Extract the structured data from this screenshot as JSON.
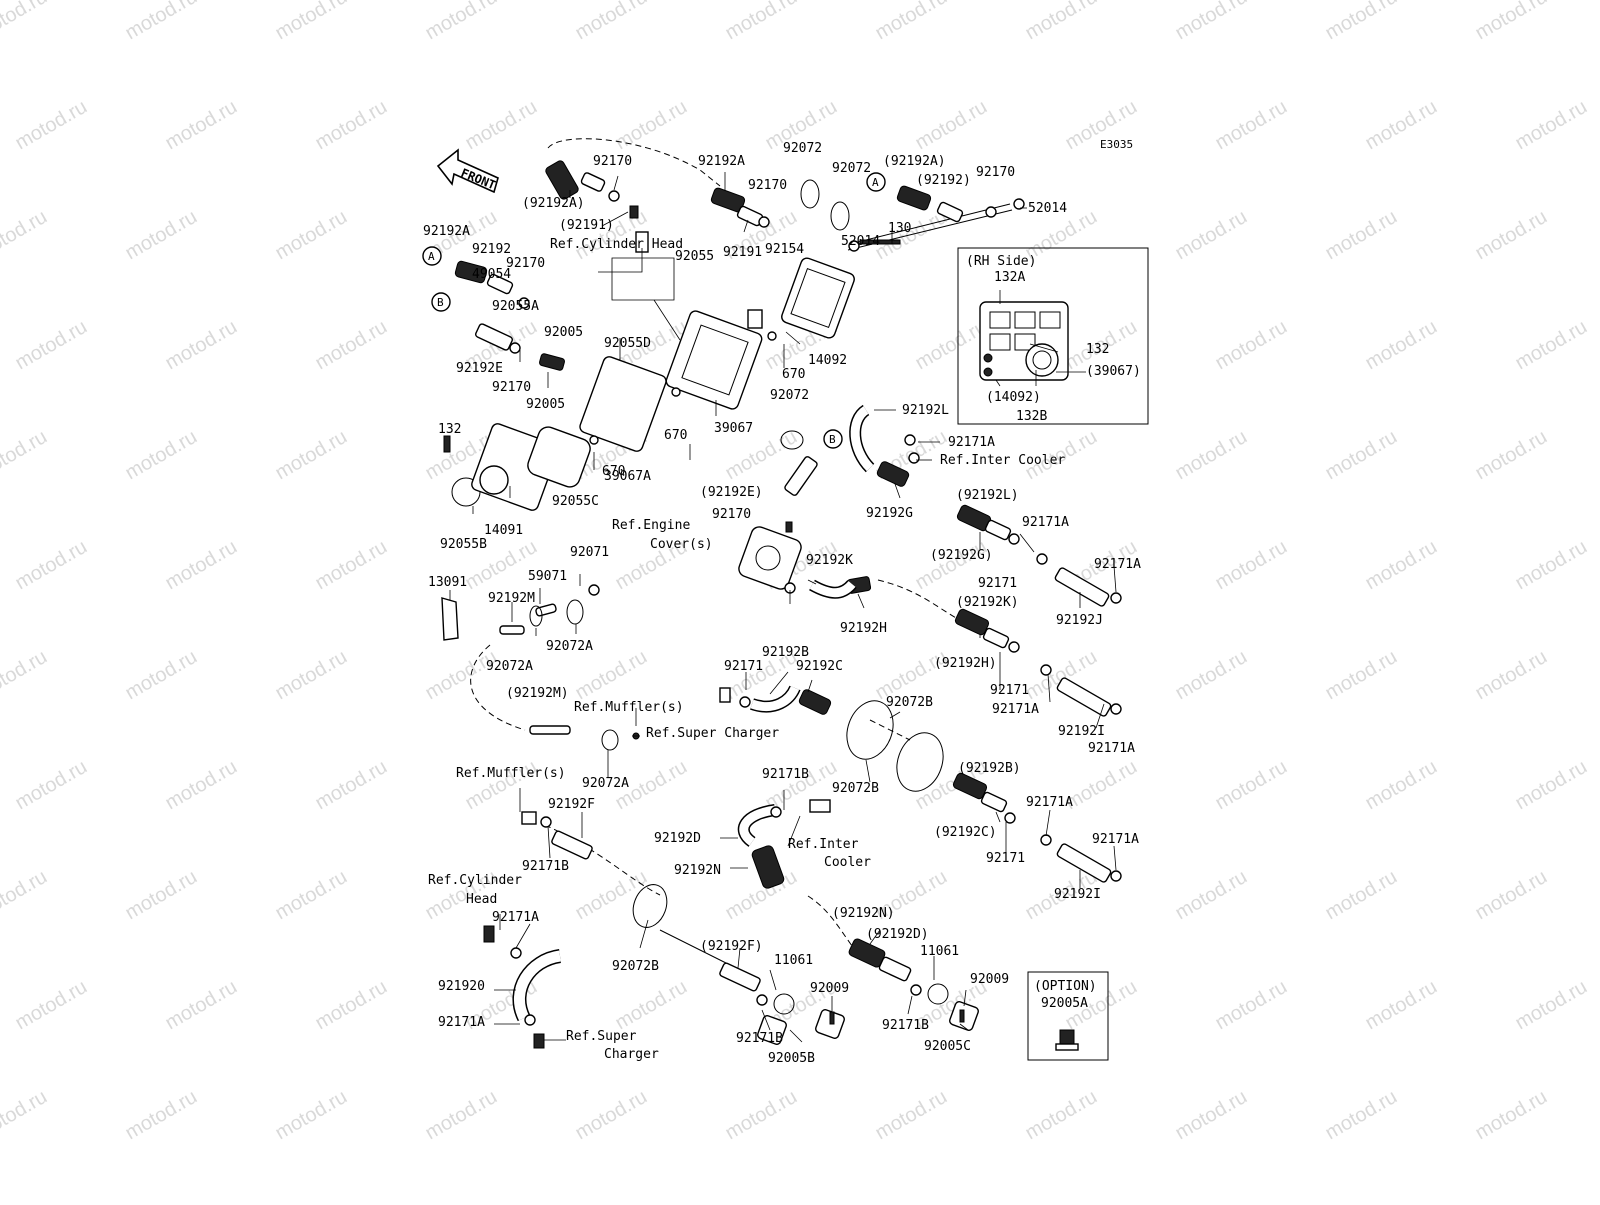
{
  "diagram": {
    "code": "E3035",
    "watermark": "motod.ru",
    "front_label": "FRONT",
    "inset_title": "(RH Side)",
    "option_title": "(OPTION)",
    "option_part": "92005A",
    "callouts": [
      "A",
      "A",
      "B",
      "B"
    ],
    "labels": [
      "92170",
      "92192A",
      "92072",
      "(92192A)",
      "(92192A)",
      "92072",
      "92170",
      "(92192)",
      "92170",
      "52014",
      "(92191)",
      "Ref.Cylinder Head",
      "92191",
      "52014",
      "130",
      "92192A",
      "92192",
      "92170",
      "49054",
      "92055",
      "92154",
      "92055A",
      "132A",
      "92005",
      "92055D",
      "132",
      "(39067)",
      "92192E",
      "670",
      "14092",
      "92170",
      "(14092)",
      "92005",
      "132B",
      "92072",
      "670",
      "39067",
      "92192L",
      "132",
      "92171A",
      "Ref.Inter Cooler",
      "670",
      "39067A",
      "92055C",
      "(92192E)",
      "92192G",
      "(92192L)",
      "92170",
      "14091",
      "92055B",
      "Ref.Engine",
      "92171A",
      "Cover(s)",
      "(92192G)",
      "92071",
      "92192K",
      "92171A",
      "59071",
      "92171",
      "13091",
      "92192M",
      "92192H",
      "92192J",
      "(92192K)",
      "92072A",
      "92072A",
      "92192B",
      "92171",
      "92192C",
      "(92192H)",
      "92171",
      "(92192M)",
      "Ref.Muffler(s)",
      "92072B",
      "92171A",
      "Ref.Super Charger",
      "92192I",
      "92171A",
      "92072A",
      "92072B",
      "Ref.Muffler(s)",
      "92171B",
      "(92192B)",
      "92192F",
      "92171A",
      "92192D",
      "Ref.Inter",
      "(92192C)",
      "92171A",
      "92171B",
      "Cooler",
      "92171",
      "92192N",
      "Ref.Cylinder",
      "92192I",
      "Head",
      "92171A",
      "(92192N)",
      "(92192D)",
      "92072B",
      "(92192F)",
      "11061",
      "11061",
      "92009",
      "92009",
      "921920",
      "92171A",
      "Ref.Super",
      "92171B",
      "92171B",
      "92005C",
      "Charger",
      "92005B"
    ]
  }
}
